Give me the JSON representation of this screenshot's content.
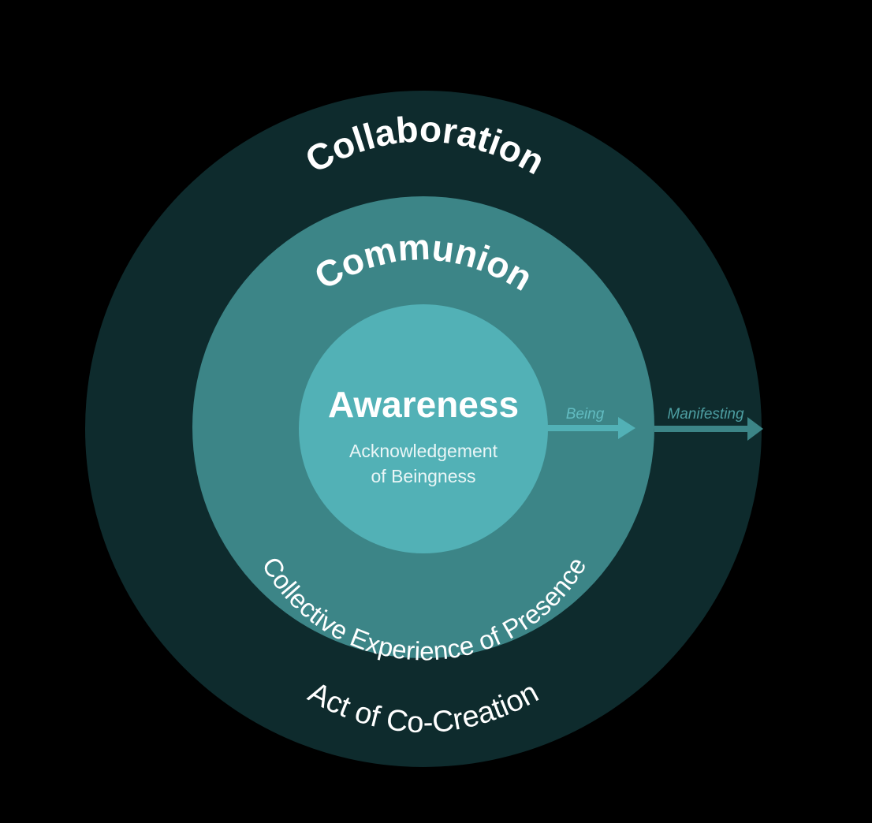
{
  "colors": {
    "background": "#000000",
    "outer_ring": "#0e2b2d",
    "middle_ring": "#3c8587",
    "inner_circle": "#52b1b6",
    "arrow": "#52b1b6",
    "text": "#ffffff"
  },
  "outer": {
    "title": "Collaboration",
    "subtitle": "Act of Co-Creation"
  },
  "middle": {
    "title": "Communion",
    "subtitle": "Collective Experience of Presence"
  },
  "inner": {
    "title": "Awareness",
    "subtitle_line1": "Acknowledgement",
    "subtitle_line2": "of Beingness"
  },
  "arrows": {
    "first_label": "Being",
    "second_label": "Manifesting"
  }
}
